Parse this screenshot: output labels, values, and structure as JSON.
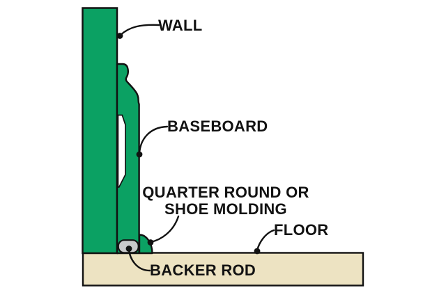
{
  "diagram": {
    "type": "construction-cross-section",
    "labels": {
      "wall": "WALL",
      "baseboard": "BASEBOARD",
      "quarter_round_line1": "QUARTER ROUND OR",
      "quarter_round_line2": "SHOE MOLDING",
      "floor": "FLOOR",
      "backer_rod": "BACKER ROD"
    },
    "colors": {
      "wood_green": "#0ba163",
      "floor_tan": "#ede3c2",
      "backer_rod_gray": "#c9c9cb",
      "highlight_white": "#ffffff",
      "outline": "#121212",
      "label_text": "#121212",
      "background": "#ffffff"
    },
    "parts": [
      "wall",
      "baseboard",
      "quarter-round-or-shoe-molding",
      "backer-rod",
      "floor"
    ]
  }
}
